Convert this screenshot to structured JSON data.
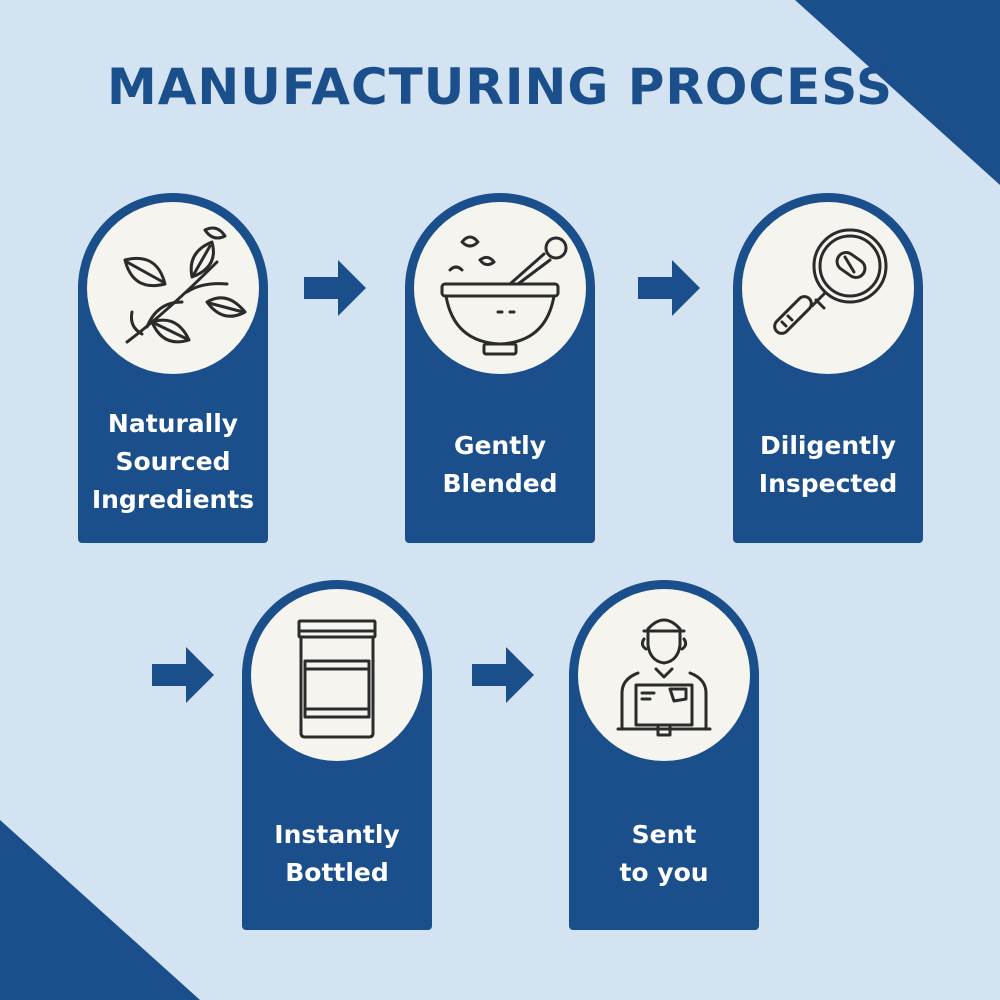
{
  "title": "MANUFACTURING PROCESS",
  "colors": {
    "background": "#d3e3f2",
    "accent": "#1b4f8b",
    "circle": "#f6f4ee",
    "icon_stroke": "#2b2b2b"
  },
  "steps": [
    {
      "label": "Naturally\nSourced\nIngredients",
      "icon": "leaves-icon"
    },
    {
      "label": "Gently\nBlended",
      "icon": "mortar-pestle-icon"
    },
    {
      "label": "Diligently\nInspected",
      "icon": "magnifier-capsule-icon"
    },
    {
      "label": "Instantly\nBottled",
      "icon": "jar-icon"
    },
    {
      "label": "Sent\nto you",
      "icon": "delivery-person-icon"
    }
  ],
  "connectors": [
    "arrow-right-icon",
    "arrow-right-icon",
    "arrow-right-icon",
    "arrow-right-icon"
  ]
}
